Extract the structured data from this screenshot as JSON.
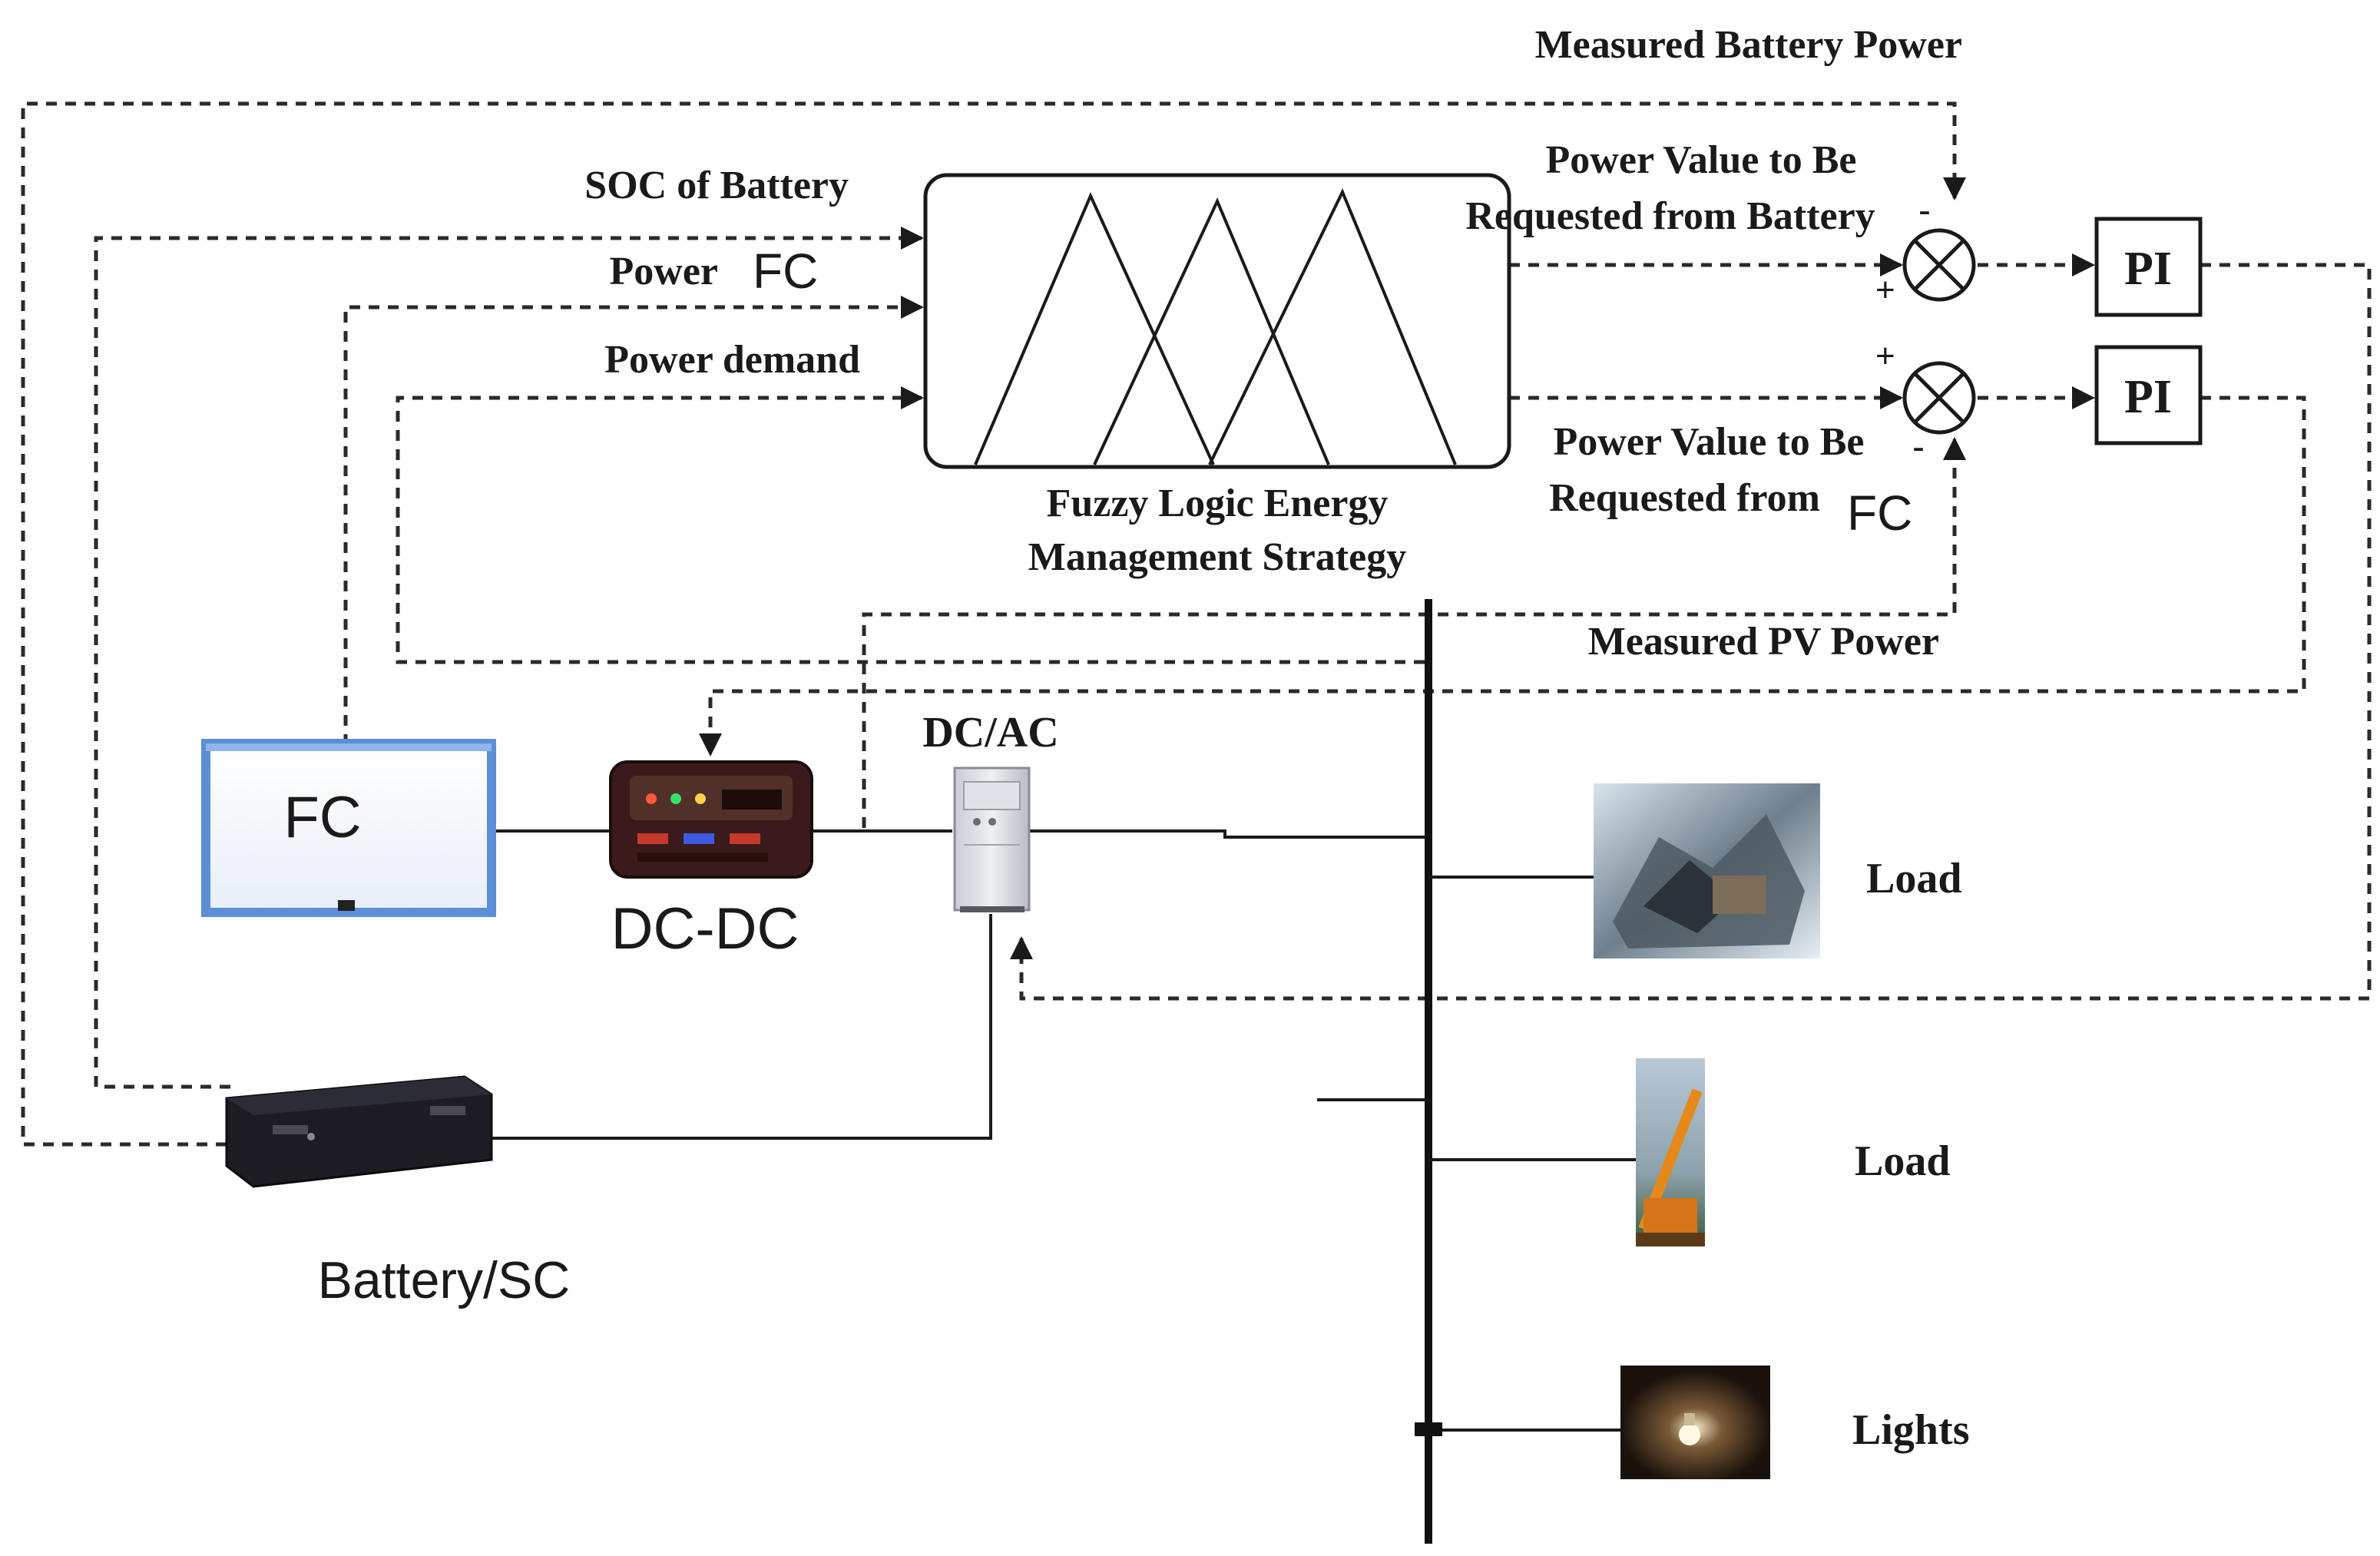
{
  "controller": {
    "inputs": {
      "soc": "SOC of Battery",
      "power_prefix": "Power",
      "power_fc": "FC",
      "demand": "Power demand"
    },
    "title_line1": "Fuzzy Logic Energy",
    "title_line2": "Management Strategy"
  },
  "feedback": {
    "battery_measured": "Measured Battery Power",
    "pv_measured": "Measured PV Power"
  },
  "outputs": {
    "battery_line1": "Power Value to Be",
    "battery_line2": "Requested from Battery",
    "fc_line1": "Power Value to Be",
    "fc_line2": "Requested from",
    "fc_name": "FC"
  },
  "summing": {
    "minus": "-",
    "plus": "+"
  },
  "pi_blocks": [
    "PI",
    "PI"
  ],
  "components": {
    "fc": "FC",
    "dcdc": "DC-DC",
    "dcac": "DC/AC",
    "battery": "Battery/SC"
  },
  "loads": [
    {
      "label": "Load",
      "icon": "machinery-icon"
    },
    {
      "label": "Load",
      "icon": "crane-icon"
    },
    {
      "label": "Lights",
      "icon": "light-bulb-icon"
    }
  ],
  "colors": {
    "fc_frame": "#5b8fd6",
    "dcdc_body": "#3a1a1a",
    "battery_body": "#1c1c22"
  }
}
